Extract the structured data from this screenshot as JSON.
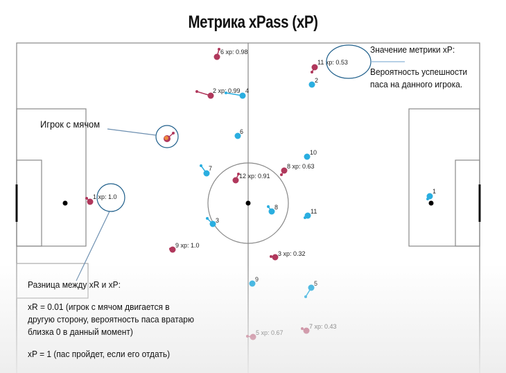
{
  "title": "Метрика xPass (xP)",
  "colors": {
    "team_red": "#b0385c",
    "team_blue": "#2aaee0",
    "ball_carrier": "#f08a3c",
    "annotation": "#1f5f8b"
  },
  "annotations": {
    "ball_carrier": "Игрок с мячом",
    "metric_title": "Значение метрики xP:",
    "metric_desc_1": "Вероятность успешности",
    "metric_desc_2": "паса на данного игрока.",
    "diff_title": "Разница между xR и xP:",
    "diff_xr_1": "xR = 0.01 (игрок с мячом двигается в",
    "diff_xr_2": "другую сторону, вероятность паса вратарю",
    "diff_xr_3": "близка 0 в данный момент)",
    "diff_xp": "xP = 1 (пас пройдет, если его отдать)"
  },
  "red_players": [
    {
      "label": "6 xp: 0.98"
    },
    {
      "label": "11 xp: 0.53"
    },
    {
      "label": "2 xp: 0.99"
    },
    {
      "label": "12 xp: 0.91"
    },
    {
      "label": "8 xp: 0.63"
    },
    {
      "label": "1 xp: 1.0"
    },
    {
      "label": "9 xp: 1.0"
    },
    {
      "label": "3 xp: 0.32"
    },
    {
      "label": "5 xp: 0.67"
    },
    {
      "label": "7 xp: 0.43"
    }
  ],
  "blue_players": [
    {
      "label": "4"
    },
    {
      "label": "2"
    },
    {
      "label": "6"
    },
    {
      "label": "10"
    },
    {
      "label": "7"
    },
    {
      "label": "3"
    },
    {
      "label": "8"
    },
    {
      "label": "11"
    },
    {
      "label": "9"
    },
    {
      "label": "5"
    },
    {
      "label": "1"
    }
  ]
}
